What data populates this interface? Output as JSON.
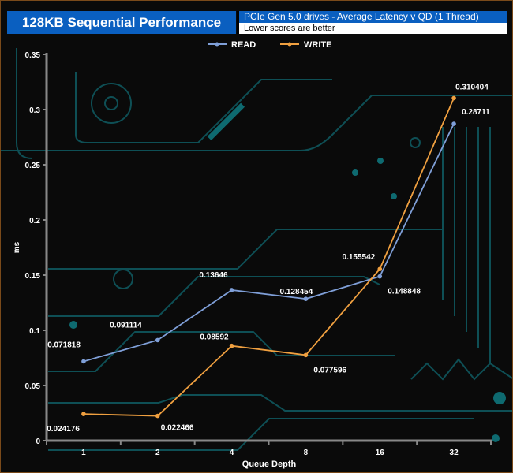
{
  "header": {
    "title": "128KB Sequential Performance",
    "subtitle": "PCIe Gen 5.0 drives - Average Latency v QD (1 Thread)",
    "note": "Lower scores are better"
  },
  "chart_data": {
    "type": "line",
    "title": "128KB Sequential Performance",
    "xlabel": "Queue Depth",
    "ylabel": "ms",
    "categories": [
      "1",
      "2",
      "4",
      "8",
      "16",
      "32"
    ],
    "ylim": [
      0,
      0.35
    ],
    "yticks": [
      0,
      0.05,
      0.1,
      0.15,
      0.2,
      0.25,
      0.3,
      0.35
    ],
    "ytick_labels": [
      "0",
      "0.05",
      "0.1",
      "0.15",
      "0.2",
      "0.25",
      "0.3",
      "0.35"
    ],
    "legend_position": "top-center",
    "series": [
      {
        "name": "READ",
        "color": "#7f9fd8",
        "values": [
          0.071818,
          0.091114,
          0.13646,
          0.128454,
          0.148848,
          0.28711
        ],
        "labels": [
          "0.071818",
          "0.091114",
          "0.13646",
          "0.128454",
          "0.148848",
          "0.28711"
        ]
      },
      {
        "name": "WRITE",
        "color": "#f0a040",
        "values": [
          0.024176,
          0.022466,
          0.08592,
          0.077596,
          0.155542,
          0.310404
        ],
        "labels": [
          "0.024176",
          "0.022466",
          "0.08592",
          "0.077596",
          "0.155542",
          "0.310404"
        ]
      }
    ]
  }
}
